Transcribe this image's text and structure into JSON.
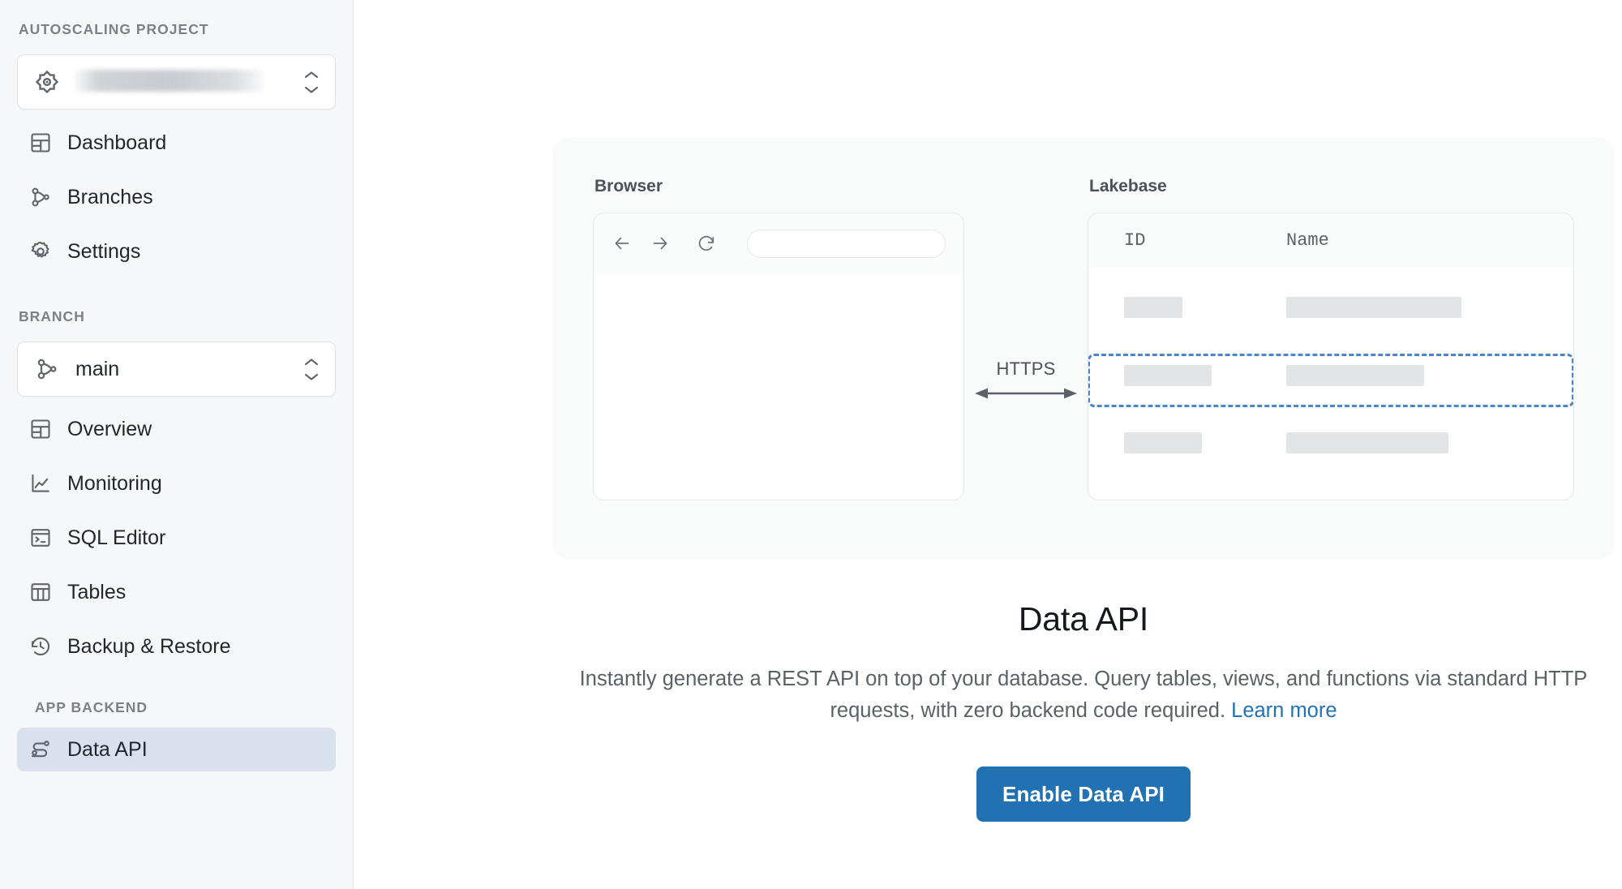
{
  "sidebar": {
    "project_section_label": "AUTOSCALING PROJECT",
    "project_selector": {
      "icon": "project-diamond-icon",
      "value": "",
      "redacted": true,
      "chevron_icon": "chevron-up-down-icon"
    },
    "project_nav": [
      {
        "label": "Dashboard",
        "icon": "layout-dashboard-icon",
        "active": false
      },
      {
        "label": "Branches",
        "icon": "git-branch-nodes-icon",
        "active": false
      },
      {
        "label": "Settings",
        "icon": "gear-icon",
        "active": false
      }
    ],
    "branch_section_label": "BRANCH",
    "branch_selector": {
      "icon": "git-branch-nodes-icon",
      "value": "main",
      "chevron_icon": "chevron-up-down-icon"
    },
    "branch_nav": [
      {
        "label": "Overview",
        "icon": "layout-dashboard-icon",
        "active": false
      },
      {
        "label": "Monitoring",
        "icon": "line-chart-icon",
        "active": false
      },
      {
        "label": "SQL Editor",
        "icon": "terminal-window-icon",
        "active": false
      },
      {
        "label": "Tables",
        "icon": "table-icon",
        "active": false
      },
      {
        "label": "Backup & Restore",
        "icon": "history-clock-icon",
        "active": false
      }
    ],
    "backend_section_label": "APP BACKEND",
    "backend_nav": [
      {
        "label": "Data API",
        "icon": "route-workflow-icon",
        "active": true
      }
    ]
  },
  "main": {
    "illustration": {
      "browser": {
        "caption": "Browser",
        "back_icon": "arrow-left-icon",
        "forward_icon": "arrow-right-icon",
        "reload_icon": "reload-icon",
        "url_value": ""
      },
      "connector": {
        "label": "HTTPS",
        "icon": "double-arrow-icon"
      },
      "lakebase": {
        "caption": "Lakebase",
        "columns": [
          "ID",
          "Name"
        ],
        "rows": [
          {
            "id": "",
            "name": "",
            "highlighted": false
          },
          {
            "id": "",
            "name": "",
            "highlighted": true
          },
          {
            "id": "",
            "name": "",
            "highlighted": false
          }
        ]
      }
    },
    "title": "Data API",
    "description_part1": "Instantly generate a REST API on top of your database. Query tables, views, and functions via standard HTTP requests, with zero backend code required. ",
    "learn_more_label": "Learn more",
    "cta_label": "Enable Data API"
  },
  "colors": {
    "accent_blue": "#2272b3",
    "link_blue": "#2272b4",
    "highlight_dash": "#4a86c8",
    "active_nav_bg": "#dae1ee",
    "sidebar_bg": "#f6f7f8",
    "card_bg": "#f9fafa",
    "placeholder_gray": "#e3e4e6"
  }
}
